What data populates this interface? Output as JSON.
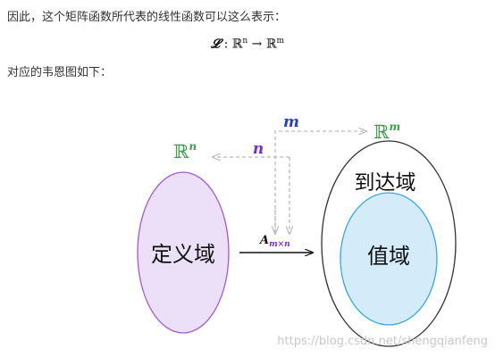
{
  "intro_text": "因此，这个矩阵函数所代表的线性函数可以这么表示：",
  "formula": {
    "L": "𝓛",
    "colon": " : ",
    "domain": "ℝ",
    "domain_exp": "n",
    "arrow": " → ",
    "codomain": "ℝ",
    "codomain_exp": "m"
  },
  "diagram_intro": "对应的韦恩图如下：",
  "diagram": {
    "domain_label": "定义域",
    "codomain_label": "到达域",
    "range_label": "值域",
    "matrix_label": "A",
    "matrix_subscript": "m×n",
    "rn_label": "ℝ",
    "rn_exp": "n",
    "rm_label": "ℝ",
    "rm_exp": "m",
    "n_label": "n",
    "m_label": "m",
    "watermark": "https://blog.csdn.net/shengqianfeng"
  },
  "colors": {
    "domain_fill": "#ebe0f7",
    "domain_stroke": "#a45ad6",
    "range_fill": "#d4ebfa",
    "range_stroke": "#37a7e6",
    "codomain_stroke": "#333333",
    "space_label": "#3aa24a",
    "n_color": "#7a2bd6",
    "m_color": "#2a3dc8",
    "dashed": "#bbbbbb"
  }
}
